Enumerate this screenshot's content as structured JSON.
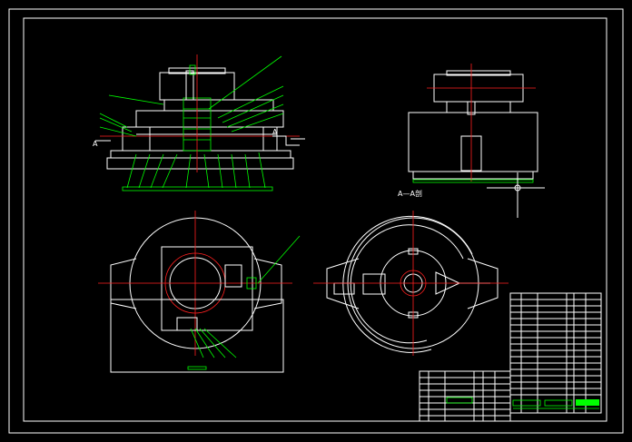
{
  "drawing": {
    "section_label": "A—A剖",
    "view_marker_left": "A",
    "view_marker_right": "A",
    "background": "#000000",
    "line_color": "#ffffff",
    "dimension_color": "#00ff00",
    "centerline_color": "#ff2020"
  }
}
